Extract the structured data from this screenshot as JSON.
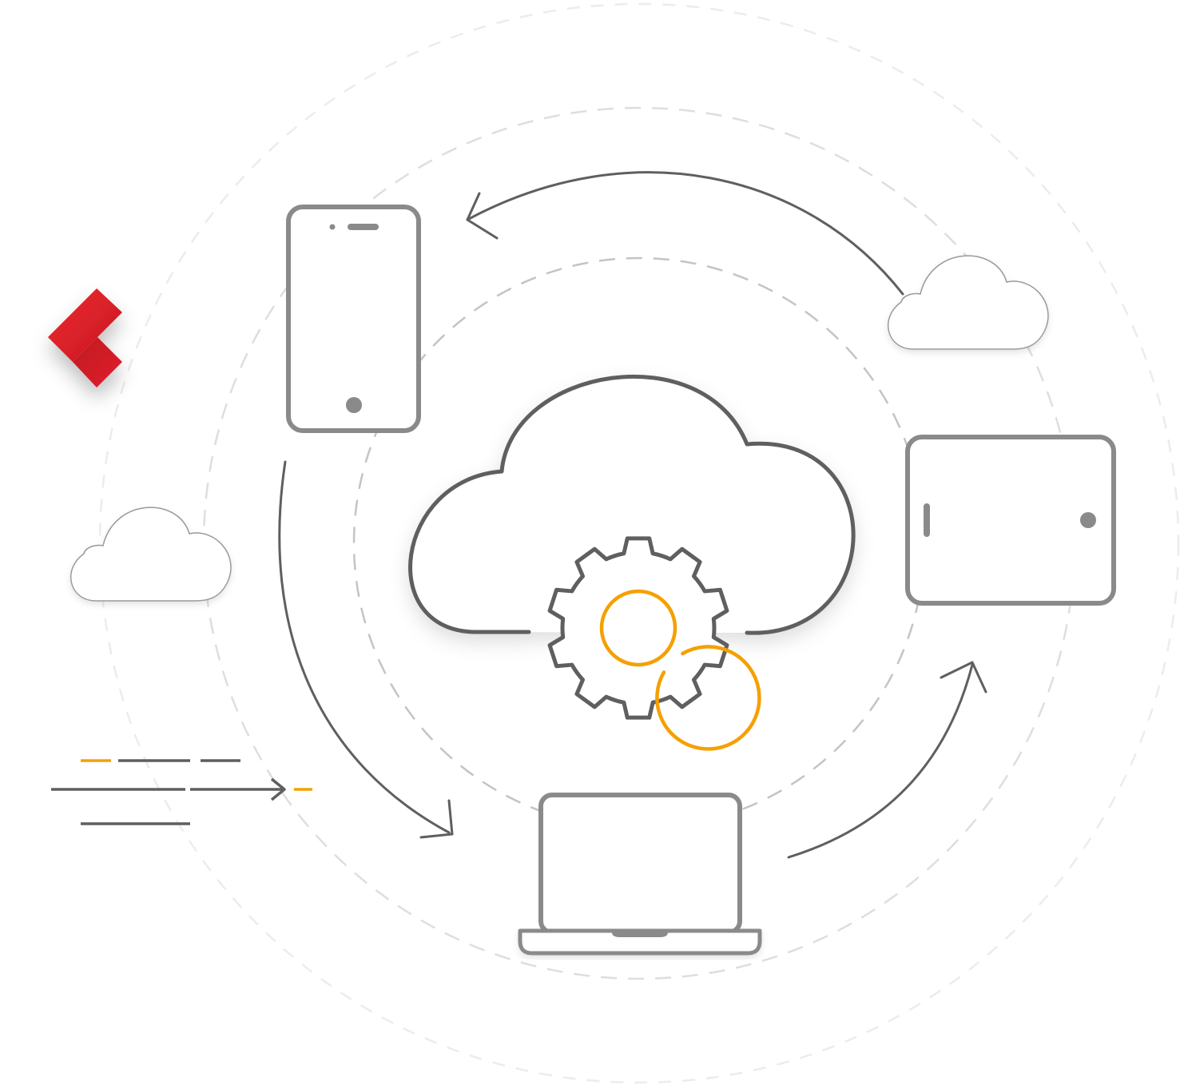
{
  "diagram": {
    "center": {
      "icon": "cloud-with-gear-icon",
      "gear_icon": "gear-icon"
    },
    "devices": [
      {
        "name": "smartphone",
        "icon": "smartphone-icon"
      },
      {
        "name": "tablet",
        "icon": "tablet-icon"
      },
      {
        "name": "laptop",
        "icon": "laptop-icon"
      }
    ],
    "decorations": {
      "small_clouds": [
        "cloud-icon",
        "cloud-icon"
      ],
      "logo": "brand-logo-icon",
      "speed_lines": "speed-lines-icon"
    },
    "cycle_arrows": [
      "arrow-cloud-to-phone",
      "arrow-phone-to-laptop",
      "arrow-laptop-to-tablet"
    ]
  },
  "colors": {
    "outline": "#5f5f5f",
    "device_outline": "#8a8a8a",
    "accent": "#f5a000",
    "logo_red": "#e0222d",
    "logo_dark_red": "#b5141c",
    "dashed_ring_light": "#e6e6e6",
    "dashed_ring_mid": "#c8c8c8"
  }
}
